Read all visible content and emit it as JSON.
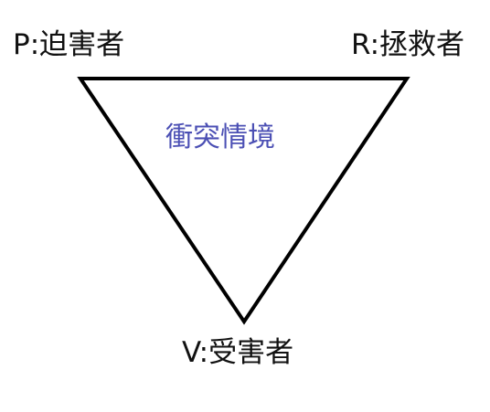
{
  "diagram": {
    "nodes": {
      "persecutor": "P:迫害者",
      "rescuer": "R:拯救者",
      "victim": "V:受害者"
    },
    "center_label": "衝突情境",
    "colors": {
      "node_text": "#111111",
      "center_text": "#4b4fb4",
      "triangle_stroke": "#000000"
    }
  }
}
